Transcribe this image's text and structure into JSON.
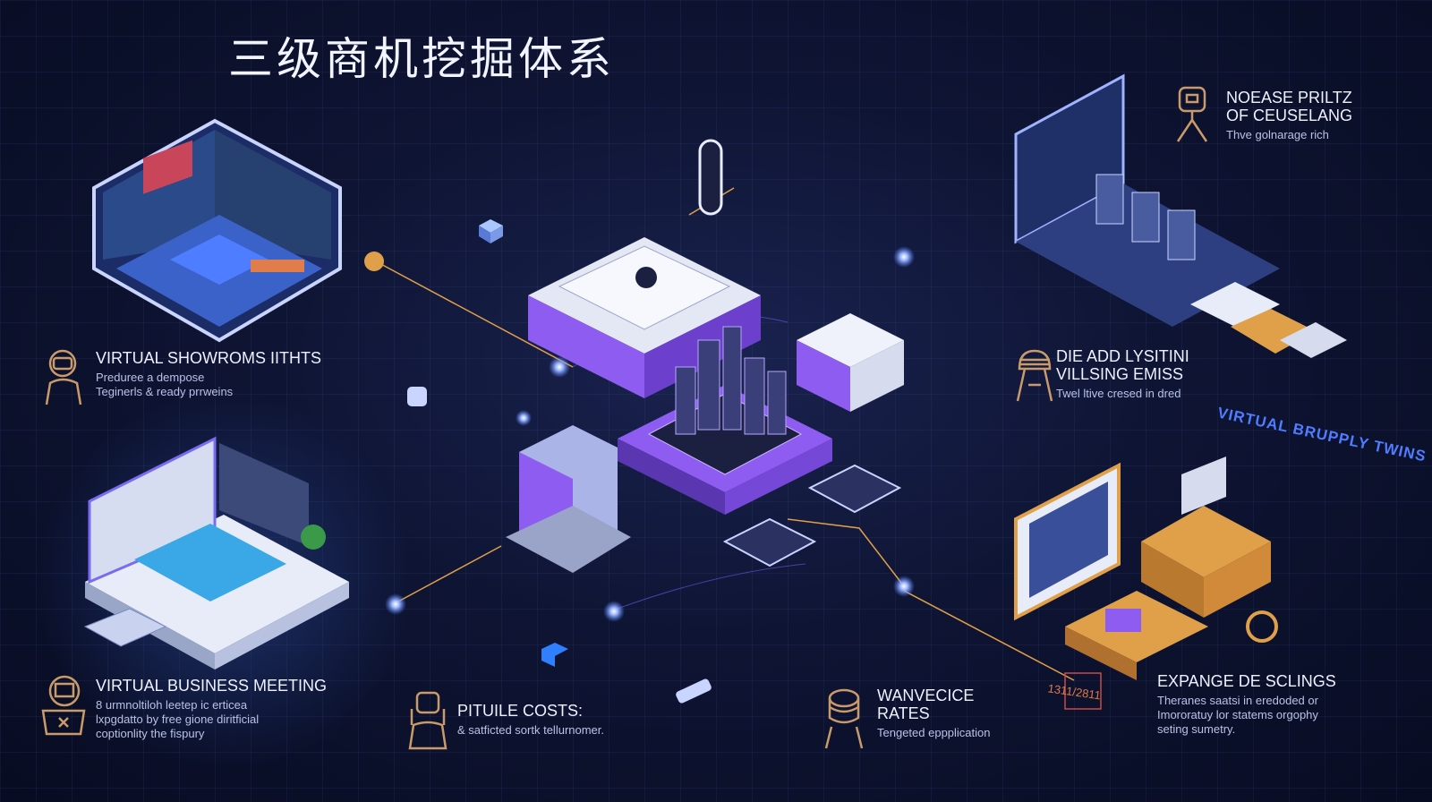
{
  "title": "三级商机挖掘体系",
  "colors": {
    "background": "#0e1433",
    "accent_purple": "#8e5cf0",
    "accent_orange": "#e0a04a",
    "accent_blue": "#4f7dff",
    "icon_stroke": "#c99a6a"
  },
  "blocks": {
    "showrooms": {
      "icon": "headset-person-icon",
      "title": "VIRTUAL SHOWROMS IITHTS",
      "lines": [
        "Preduree a dempose",
        "Teginerls & ready prrweins"
      ]
    },
    "meeting": {
      "icon": "presentation-board-icon",
      "title": "VIRTUAL BUSINESS MEETING",
      "lines": [
        "8 urmnoltiloh leetep ic erticea",
        "lxpgdatto by free gione diritficial",
        "coptionlity the fispury"
      ]
    },
    "costs": {
      "icon": "robot-person-icon",
      "title": "PITUILE COSTS:",
      "lines": [
        "& satficted sortk tellurnomer."
      ]
    },
    "rates": {
      "icon": "stacked-coins-person-icon",
      "title_lines": [
        "WANVECICE",
        "RATES"
      ],
      "lines": [
        "Tengeted eppplication"
      ]
    },
    "noease": {
      "icon": "monitor-head-person-icon",
      "title_lines": [
        "NOEASE PRILTZ",
        "OF CEUSELANG"
      ],
      "lines": [
        "Thve golnarage rich"
      ]
    },
    "didadd": {
      "icon": "helmet-person-icon",
      "title_lines": [
        "DIE ADD LYSITINI",
        "VILLSING EMISS"
      ],
      "lines": [
        "Twel ltive cresed in dred"
      ]
    },
    "expange": {
      "title": "EXPANGE DE SCLINGS",
      "lines": [
        "Theranes saatsi in eredoded or",
        "Imororatuy lor statems orgophy",
        "seting sumetry."
      ]
    }
  },
  "labels": {
    "twins": "VIRTUAL BRUPPLY TWINS",
    "counter": "1311/2811"
  }
}
